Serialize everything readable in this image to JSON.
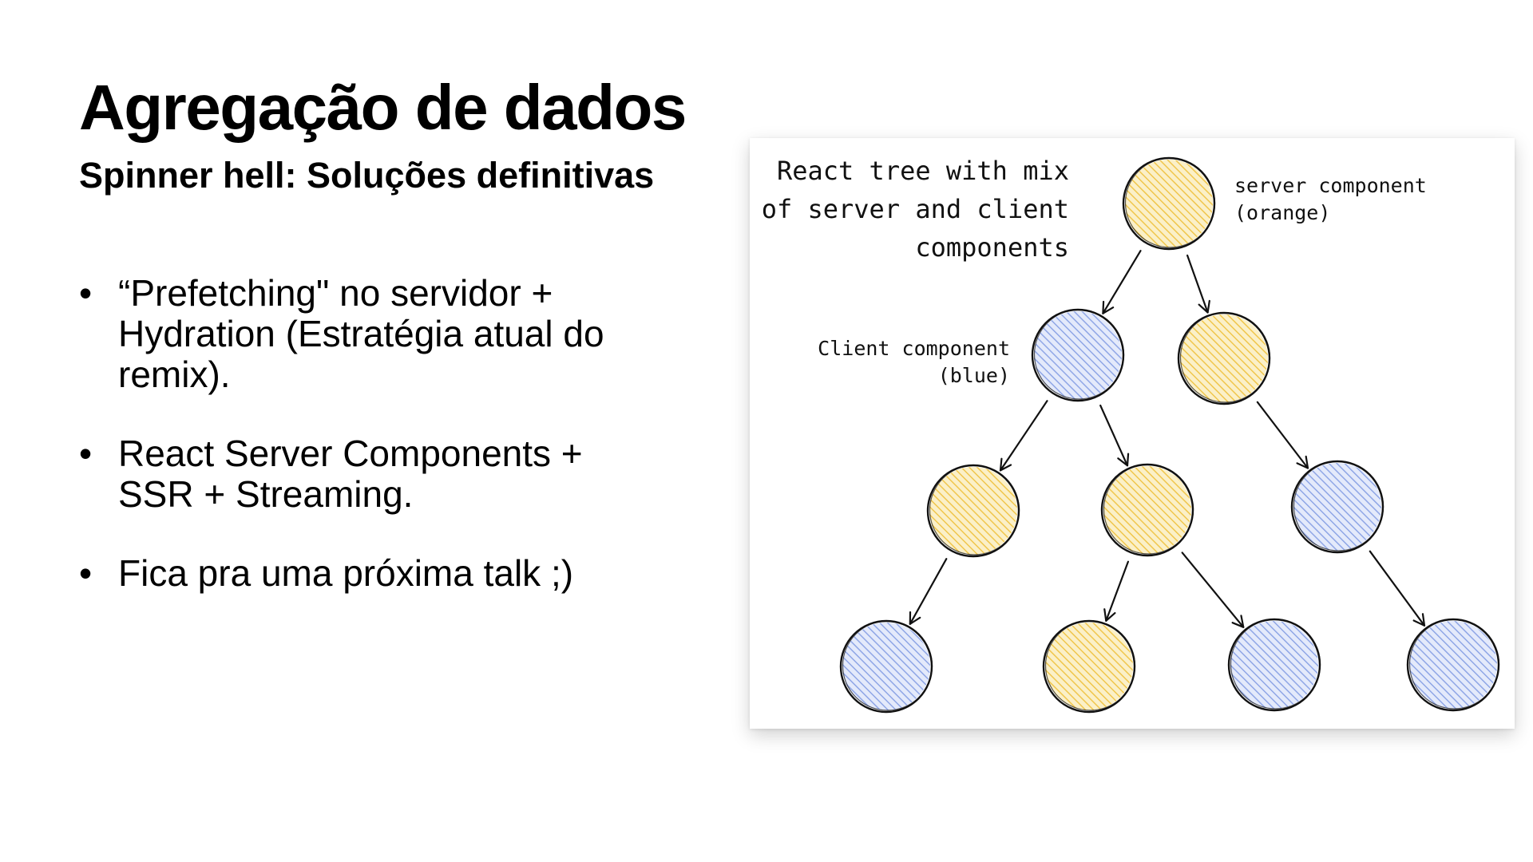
{
  "slide": {
    "title": "Agregação de dados",
    "subtitle": "Spinner hell: Soluções definitivas",
    "bullets": [
      {
        "marker": "•",
        "text": "“Prefetching\" no servidor + Hydration (Estratégia atual do remix)."
      },
      {
        "marker": "•",
        "text": "React Server Components + SSR + Streaming."
      },
      {
        "marker": "•",
        "text": "Fica pra uma próxima talk ;)"
      }
    ]
  },
  "diagram": {
    "caption_lines": [
      "React tree with mix",
      "of server and client",
      "components"
    ],
    "server_label_lines": [
      "server component",
      "(orange)"
    ],
    "client_label_lines": [
      "Client component",
      "(blue)"
    ],
    "colors": {
      "server": "#f0c64c",
      "client": "#8fa6e6",
      "stroke": "#111111"
    },
    "nodes": [
      {
        "id": "root",
        "kind": "server"
      },
      {
        "id": "n1",
        "kind": "client"
      },
      {
        "id": "n2",
        "kind": "server"
      },
      {
        "id": "n3",
        "kind": "server"
      },
      {
        "id": "n4",
        "kind": "server"
      },
      {
        "id": "n5",
        "kind": "client"
      },
      {
        "id": "n6",
        "kind": "client"
      },
      {
        "id": "n7",
        "kind": "server"
      },
      {
        "id": "n8",
        "kind": "client"
      },
      {
        "id": "n9",
        "kind": "client"
      }
    ],
    "edges": [
      [
        "root",
        "n1"
      ],
      [
        "root",
        "n2"
      ],
      [
        "n1",
        "n3"
      ],
      [
        "n1",
        "n4"
      ],
      [
        "n2",
        "n5"
      ],
      [
        "n3",
        "n6"
      ],
      [
        "n4",
        "n7"
      ],
      [
        "n4",
        "n8"
      ],
      [
        "n5",
        "n9"
      ]
    ]
  }
}
